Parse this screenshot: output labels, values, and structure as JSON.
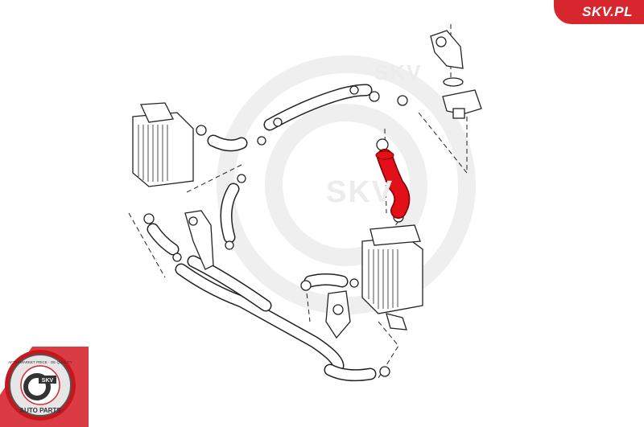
{
  "brand": {
    "site_label": "SKV.PL",
    "accent_color": "#d7262e"
  },
  "watermark": {
    "text": "SKV"
  },
  "logo": {
    "top_text": "AFTERMARKET PRICE · OE QUALITY",
    "center_text": "SKV",
    "bottom_text": "AUTO PARTS"
  },
  "highlight": {
    "part": "intercooler-hose",
    "color": "#e3101a"
  }
}
